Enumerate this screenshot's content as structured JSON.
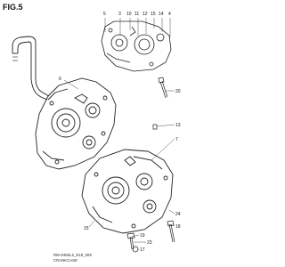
{
  "figure": {
    "title": "FIG.5",
    "code": "RM-Z450L2_E19_005",
    "name": "CRANKCASE"
  },
  "callouts": {
    "top_row": [
      "5",
      "3",
      "10",
      "11",
      "12",
      "15",
      "14",
      "4"
    ],
    "c5": "5",
    "c6": "6",
    "c7": "7",
    "c13": "13",
    "c15": "15",
    "c17": "17",
    "c18": "18",
    "c19": "19",
    "c20": "20",
    "c23": "23",
    "c24": "24"
  }
}
